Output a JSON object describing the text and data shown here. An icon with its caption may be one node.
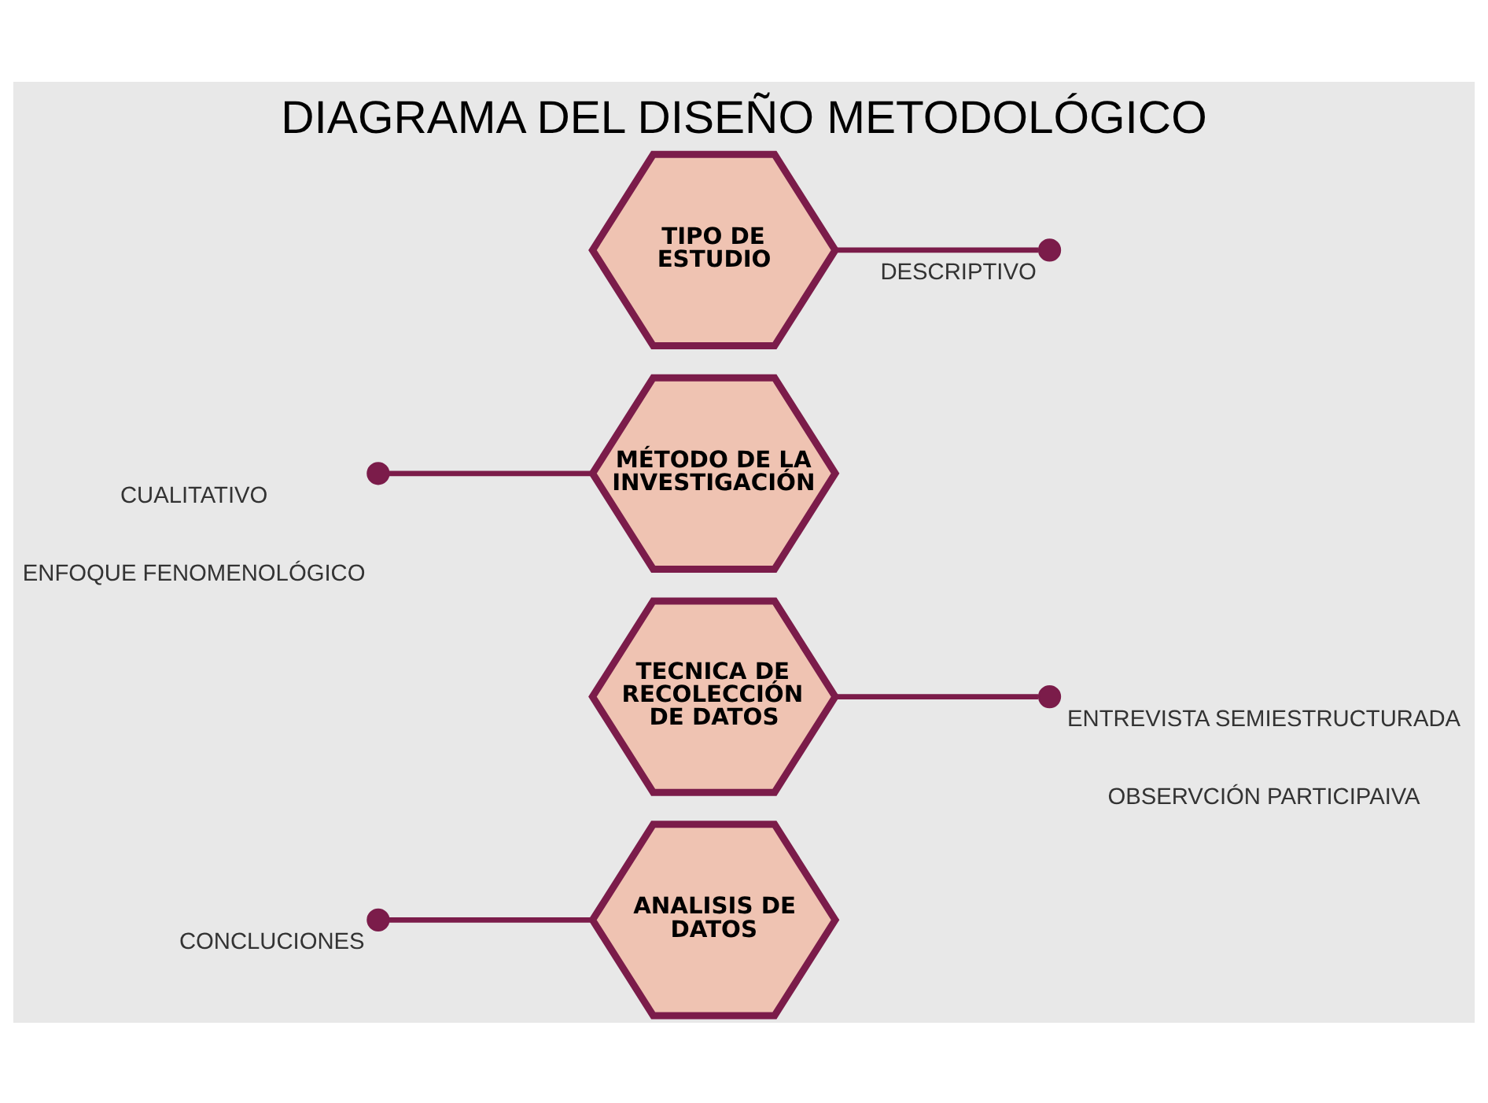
{
  "diagram": {
    "title": "DIAGRAMA DEL DISEÑO METODOLÓGICO",
    "nodes": [
      {
        "text": [
          "TIPO DE ESTUDIO"
        ]
      },
      {
        "text": [],
        "shape": "circle",
        "beside": [
          "DESCRIPTIVO"
        ]
      },
      {
        "text": [],
        "shape": "circle",
        "beside": [
          "CUALITATIVO",
          "ENFOQUE FENOMENOLÓGICO"
        ]
      },
      {
        "text": [
          "MÉTODO DE LA INVESTIGACIÓN"
        ]
      },
      {
        "text": [
          "TECNICA DE RECOLECCIÓN DE DATOS"
        ]
      },
      {
        "text": [],
        "shape": "circle",
        "beside": [
          "ENTREVISTA SEMIESTRUCTURADA",
          "OBSERVCIÓN PARTICIPAIVA"
        ]
      },
      {
        "text": [],
        "shape": "circle",
        "beside": [
          "CONCLUCIONES"
        ]
      },
      {
        "text": [
          "ANALISIS DE DATOS"
        ]
      }
    ],
    "edges": [
      {
        "from": 0,
        "to": 1,
        "arrow": "none"
      },
      {
        "from": 2,
        "to": 3,
        "arrow": "none"
      },
      {
        "from": 4,
        "to": 5,
        "arrow": "none"
      },
      {
        "from": 6,
        "to": 7,
        "arrow": "none"
      }
    ]
  }
}
